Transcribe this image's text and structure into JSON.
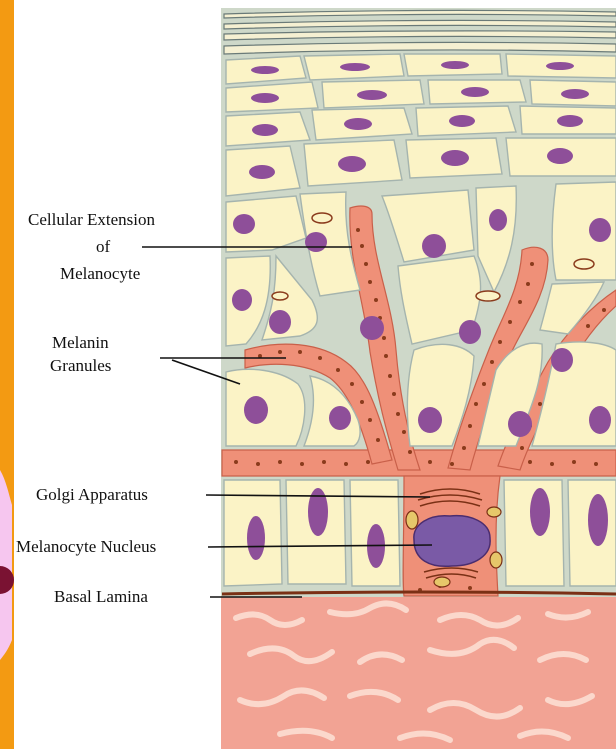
{
  "labels": {
    "cellular_extension_l1": "Cellular Extension",
    "cellular_extension_l2": "of",
    "cellular_extension_l3": "Melanocyte",
    "melanin_l1": "Melanin",
    "melanin_l2": "Granules",
    "golgi": "Golgi Apparatus",
    "nucleus": "Melanocyte Nucleus",
    "basal_lamina": "Basal Lamina"
  },
  "colors": {
    "left_frame_orange": "#f39a12",
    "left_frame_pink": "#f6c6ef",
    "left_frame_circle": "#7a1232",
    "keratinocyte_fill": "#fbf3c6",
    "cell_border": "#ced8c9",
    "nucleus_purple": "#8e4f99",
    "melanocyte_body": "#ef9078",
    "melanin_granule": "#8a3b1c",
    "dermis": "#f2a394"
  }
}
